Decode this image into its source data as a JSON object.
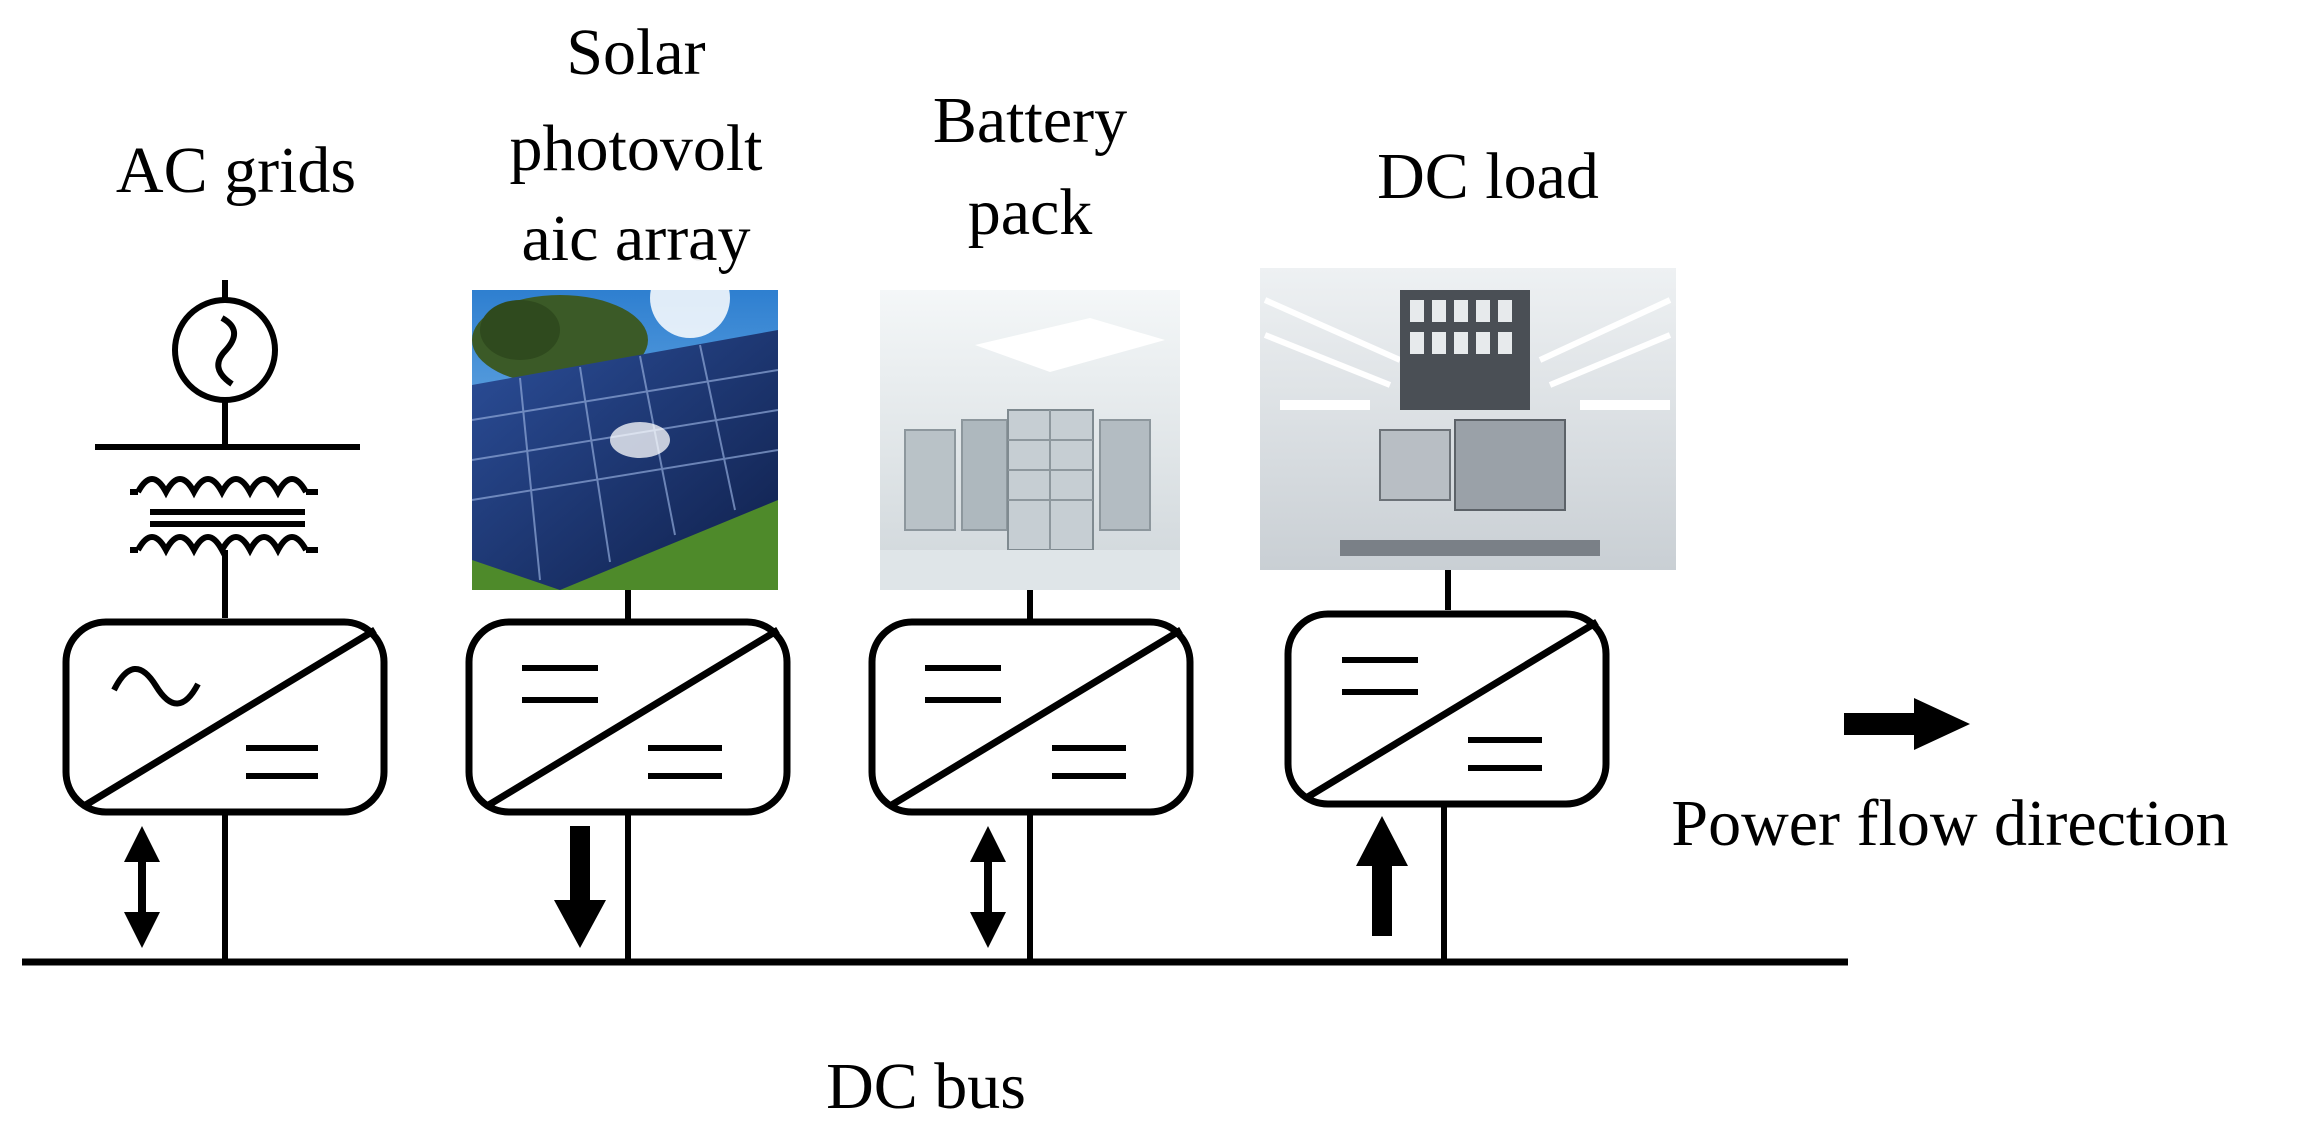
{
  "labels": {
    "ac_grids": "AC grids",
    "solar_line1": "Solar",
    "solar_line2": "photovolt",
    "solar_line3": "aic array",
    "battery_line1": "Battery",
    "battery_line2": "pack",
    "dc_load": "DC load",
    "dc_bus": "DC bus",
    "power_flow": "Power flow direction"
  },
  "icons": {
    "ac_source": "ac-source-icon",
    "transformer": "transformer-icon",
    "converter": "converter-icon",
    "solar_photo": "solar-panel-icon",
    "battery_photo": "battery-room-icon",
    "load_photo": "lab-equipment-icon"
  },
  "colors": {
    "ink": "#000000",
    "sky": "#5aa9e6",
    "grass": "#4e8a2a",
    "panel": "#1f3a78",
    "battery_bg": "#e9eef1",
    "lab_bg": "#dfe4e8"
  }
}
